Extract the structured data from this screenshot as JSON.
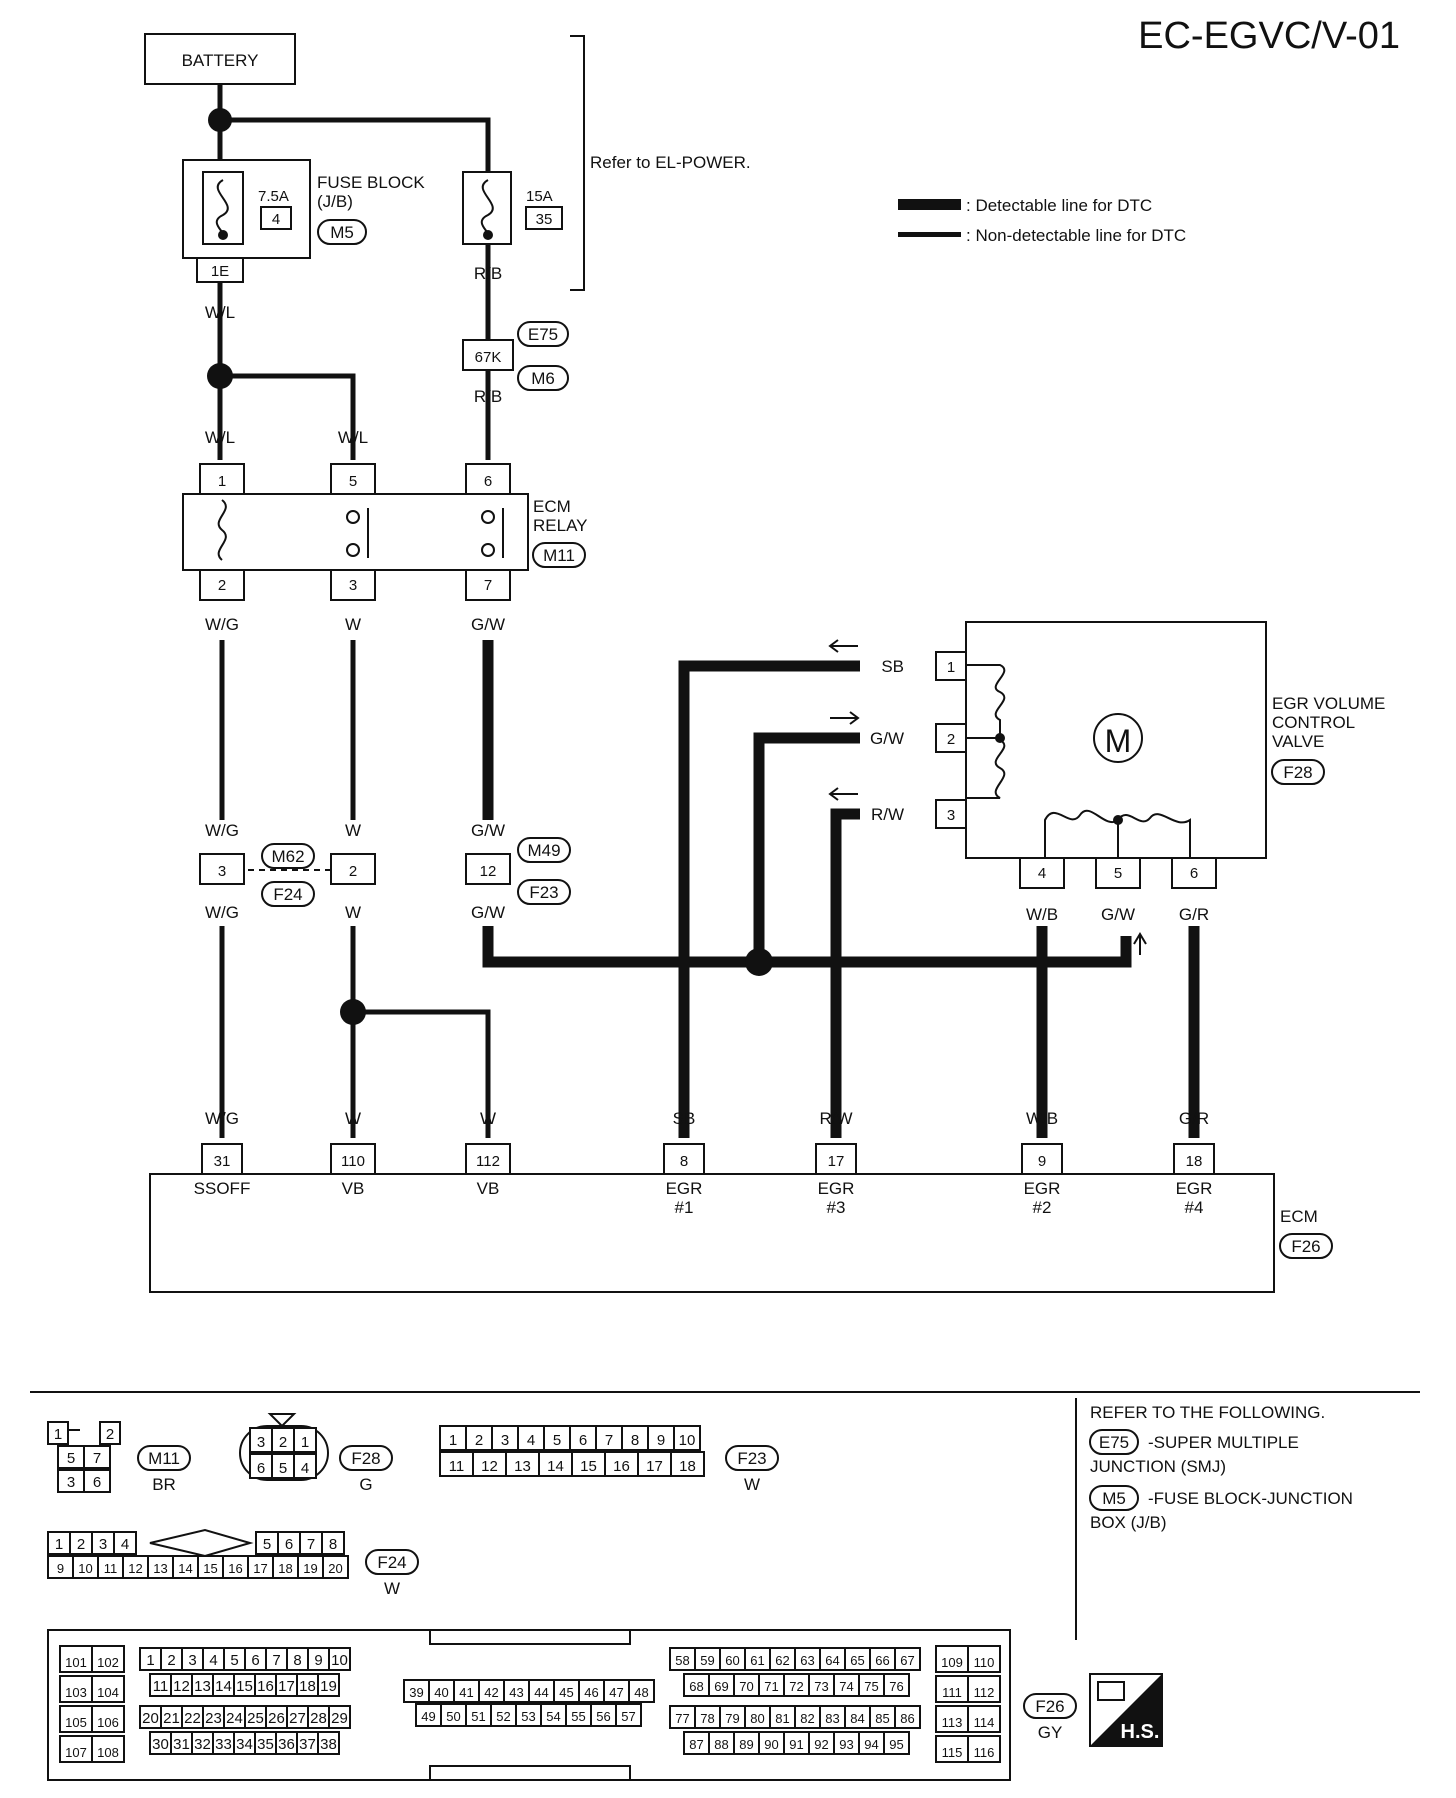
{
  "page_title": "EC-EGVC/V-01",
  "battery_label": "BATTERY",
  "refer_power": "Refer to EL-POWER.",
  "legend": {
    "detectable": ": Detectable line for DTC",
    "non_detectable": ": Non-detectable line for DTC"
  },
  "fuse_block": {
    "label_line1": "FUSE BLOCK",
    "label_line2": "(J/B)",
    "connector": "M5",
    "fuse1_amp": "7.5A",
    "fuse1_no": "4",
    "fuse2_amp": "15A",
    "fuse2_no": "35",
    "term_1e": "1E"
  },
  "wire_colors": {
    "wl": "W/L",
    "rb": "R/B",
    "wg": "W/G",
    "w": "W",
    "gw": "G/W",
    "sb": "SB",
    "rw": "R/W",
    "wb": "W/B",
    "gr": "G/R"
  },
  "junction": {
    "term": "67K",
    "conn1": "E75",
    "conn2": "M6"
  },
  "ecm_relay": {
    "label_line1": "ECM",
    "label_line2": "RELAY",
    "connector": "M11",
    "pins_top": [
      "1",
      "5",
      "6"
    ],
    "pins_bottom": [
      "2",
      "3",
      "7"
    ]
  },
  "egr_valve": {
    "label_line1": "EGR VOLUME",
    "label_line2": "CONTROL",
    "label_line3": "VALVE",
    "connector": "F28",
    "motor": "M",
    "pins_left": [
      "1",
      "2",
      "3"
    ],
    "pins_bottom": [
      "4",
      "5",
      "6"
    ]
  },
  "mid_connectors": {
    "pin3": "3",
    "pin2": "2",
    "pin12": "12",
    "m62": "M62",
    "f24": "F24",
    "m49": "M49",
    "f23": "F23"
  },
  "ecm": {
    "label": "ECM",
    "connector": "F26",
    "pins": [
      {
        "pin": "31",
        "name1": "SSOFF",
        "name2": ""
      },
      {
        "pin": "110",
        "name1": "VB",
        "name2": ""
      },
      {
        "pin": "112",
        "name1": "VB",
        "name2": ""
      },
      {
        "pin": "8",
        "name1": "EGR",
        "name2": "#1"
      },
      {
        "pin": "17",
        "name1": "EGR",
        "name2": "#3"
      },
      {
        "pin": "9",
        "name1": "EGR",
        "name2": "#2"
      },
      {
        "pin": "18",
        "name1": "EGR",
        "name2": "#4"
      }
    ]
  },
  "connector_views": {
    "m11": {
      "id": "M11",
      "color": "BR",
      "pins": [
        "1",
        "2",
        "5",
        "7",
        "3",
        "6"
      ]
    },
    "f28": {
      "id": "F28",
      "color": "G",
      "row1": [
        "3",
        "2",
        "1"
      ],
      "row2": [
        "6",
        "5",
        "4"
      ]
    },
    "f23": {
      "id": "F23",
      "color": "W",
      "row1": [
        "1",
        "2",
        "3",
        "4",
        "5",
        "6",
        "7",
        "8",
        "9",
        "10"
      ],
      "row2": [
        "11",
        "12",
        "13",
        "14",
        "15",
        "16",
        "17",
        "18"
      ]
    },
    "f24": {
      "id": "F24",
      "color": "W",
      "row1": [
        "1",
        "2",
        "3",
        "4",
        "5",
        "6",
        "7",
        "8"
      ],
      "row2": [
        "9",
        "10",
        "11",
        "12",
        "13",
        "14",
        "15",
        "16",
        "17",
        "18",
        "19",
        "20"
      ]
    },
    "f26": {
      "id": "F26",
      "color": "GY",
      "col_a": [
        "101",
        "102",
        "103",
        "104",
        "105",
        "106",
        "107",
        "108"
      ],
      "b1": [
        "1",
        "2",
        "3",
        "4",
        "5",
        "6",
        "7",
        "8",
        "9",
        "10"
      ],
      "b2": [
        "11",
        "12",
        "13",
        "14",
        "15",
        "16",
        "17",
        "18",
        "19"
      ],
      "b3": [
        "20",
        "21",
        "22",
        "23",
        "24",
        "25",
        "26",
        "27",
        "28",
        "29"
      ],
      "b4": [
        "30",
        "31",
        "32",
        "33",
        "34",
        "35",
        "36",
        "37",
        "38"
      ],
      "c1": [
        "39",
        "40",
        "41",
        "42",
        "43",
        "44",
        "45",
        "46",
        "47",
        "48"
      ],
      "c2": [
        "49",
        "50",
        "51",
        "52",
        "53",
        "54",
        "55",
        "56",
        "57"
      ],
      "d1": [
        "58",
        "59",
        "60",
        "61",
        "62",
        "63",
        "64",
        "65",
        "66",
        "67"
      ],
      "d2": [
        "68",
        "69",
        "70",
        "71",
        "72",
        "73",
        "74",
        "75",
        "76"
      ],
      "d3": [
        "77",
        "78",
        "79",
        "80",
        "81",
        "82",
        "83",
        "84",
        "85",
        "86"
      ],
      "d4": [
        "87",
        "88",
        "89",
        "90",
        "91",
        "92",
        "93",
        "94",
        "95"
      ],
      "col_e": [
        "109",
        "110",
        "111",
        "112",
        "113",
        "114",
        "115",
        "116"
      ]
    }
  },
  "refer_section": {
    "heading": "REFER TO THE FOLLOWING.",
    "e75_code": "E75",
    "e75_desc1": "-SUPER MULTIPLE",
    "e75_desc2": "JUNCTION (SMJ)",
    "m5_code": "M5",
    "m5_desc1": "-FUSE BLOCK-JUNCTION",
    "m5_desc2": "BOX (J/B)"
  },
  "hs_badge": "H.S."
}
